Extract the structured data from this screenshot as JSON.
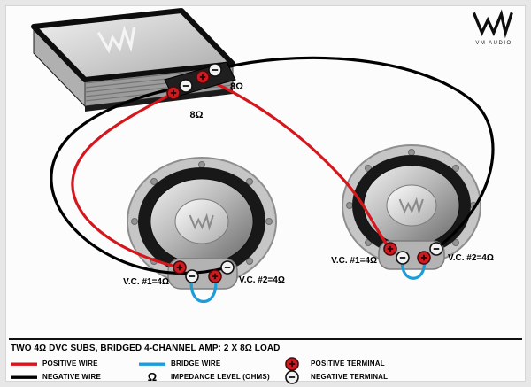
{
  "logo": {
    "caption": "VM AUDIO"
  },
  "colors": {
    "positive_wire": "#d6161d",
    "negative_wire": "#000000",
    "bridge_wire": "#1e9cd7",
    "positive_terminal": "#cf1b20",
    "negative_terminal": "#f2f2f2"
  },
  "amp": {
    "pair1_impedance": "8Ω",
    "pair2_impedance": "8Ω"
  },
  "subs": [
    {
      "vc1_label": "V.C. #1=4Ω",
      "vc2_label": "V.C. #2=4Ω"
    },
    {
      "vc1_label": "V.C. #1=4Ω",
      "vc2_label": "V.C. #2=4Ω"
    }
  ],
  "footer": {
    "title": "TWO 4Ω DVC SUBS, BRIDGED 4-CHANNEL AMP: 2 X 8Ω LOAD",
    "omega_symbol": "Ω",
    "legend": [
      {
        "label": "POSITIVE WIRE"
      },
      {
        "label": "NEGATIVE WIRE"
      },
      {
        "label": "BRIDGE WIRE"
      },
      {
        "label": "IMPEDANCE LEVEL (OHMS)"
      },
      {
        "label": "POSITIVE TERMINAL"
      },
      {
        "label": "NEGATIVE TERMINAL"
      }
    ]
  }
}
